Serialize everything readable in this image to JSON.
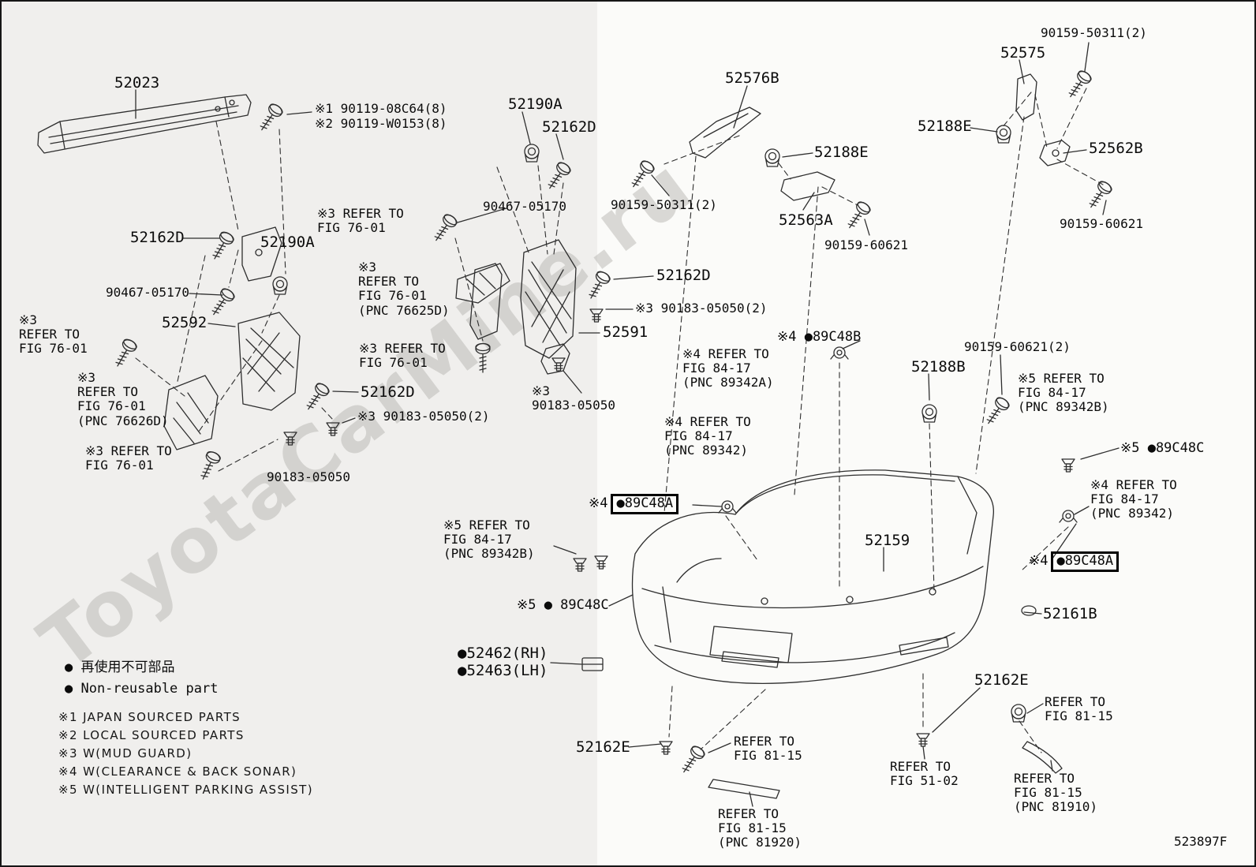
{
  "watermark": "ToyotaCarMine.ru",
  "figure_code": "523897F",
  "callouts": [
    {
      "id": "52023",
      "text": "52023"
    },
    {
      "id": "note1-90119",
      "text": "※1 90119-08C64(8)"
    },
    {
      "id": "note2-90119",
      "text": "※2 90119-W0153(8)"
    },
    {
      "id": "52190A-top",
      "text": "52190A"
    },
    {
      "id": "52162D-top",
      "text": "52162D"
    },
    {
      "id": "52576B",
      "text": "52576B"
    },
    {
      "id": "90159-50311-topright",
      "text": "90159-50311(2)"
    },
    {
      "id": "52575",
      "text": "52575"
    },
    {
      "id": "52188E-right",
      "text": "52188E"
    },
    {
      "id": "52188E-left",
      "text": "52188E"
    },
    {
      "id": "52562B",
      "text": "52562B"
    },
    {
      "id": "90159-50311-left",
      "text": "90159-50311(2)"
    },
    {
      "id": "52563A",
      "text": "52563A"
    },
    {
      "id": "90159-60621-mid",
      "text": "90159-60621"
    },
    {
      "id": "90159-60621-right",
      "text": "90159-60621"
    },
    {
      "id": "90467-05170-top",
      "text": "90467-05170"
    },
    {
      "id": "refer-fig76-a",
      "text": "※3 REFER TO\nFIG 76-01"
    },
    {
      "id": "52162D-left",
      "text": "52162D"
    },
    {
      "id": "52190A-mid",
      "text": "52190A"
    },
    {
      "id": "refer-fig76-b",
      "text": "※3\nREFER TO\nFIG 76-01\n(PNC 76625D)"
    },
    {
      "id": "52162D-right",
      "text": "52162D"
    },
    {
      "id": "90183-05050-right",
      "text": "※3 90183-05050(2)"
    },
    {
      "id": "90467-05170-left",
      "text": "90467-05170"
    },
    {
      "id": "52592",
      "text": "52592"
    },
    {
      "id": "52591",
      "text": "52591"
    },
    {
      "id": "refer-fig76-c",
      "text": "※3\nREFER TO\nFIG 76-01"
    },
    {
      "id": "89C48B",
      "text": "※4 ●89C48B"
    },
    {
      "id": "90159-60621-2",
      "text": "90159-60621(2)"
    },
    {
      "id": "52188B",
      "text": "52188B"
    },
    {
      "id": "refer-fig84-a",
      "text": "※4 REFER TO\nFIG 84-17\n(PNC 89342A)"
    },
    {
      "id": "refer-fig84-b",
      "text": "※5 REFER TO\nFIG 84-17\n(PNC 89342B)"
    },
    {
      "id": "refer-fig76-d",
      "text": "※3 REFER TO\nFIG 76-01"
    },
    {
      "id": "52162D-mid",
      "text": "52162D"
    },
    {
      "id": "refer-fig76-e",
      "text": "※3\nREFER TO\nFIG 76-01\n(PNC 76626D)"
    },
    {
      "id": "90183-05050-mid",
      "text": "※3 90183-05050(2)"
    },
    {
      "id": "90183-05050-center",
      "text": "※3\n90183-05050"
    },
    {
      "id": "refer-fig84-c",
      "text": "※4 REFER TO\nFIG 84-17\n(PNC 89342)"
    },
    {
      "id": "89C48C-right",
      "text": "※5 ●89C48C"
    },
    {
      "id": "refer-fig76-f",
      "text": "※3 REFER TO\nFIG 76-01"
    },
    {
      "id": "90183-05050-left",
      "text": "90183-05050"
    },
    {
      "id": "89C48A-left",
      "prefix": "※4",
      "text": "●89C48A"
    },
    {
      "id": "refer-fig84-d",
      "text": "※4 REFER TO\nFIG 84-17\n(PNC 89342)"
    },
    {
      "id": "refer-fig84-e",
      "text": "※5 REFER TO\nFIG 84-17\n(PNC 89342B)"
    },
    {
      "id": "52159",
      "text": "52159"
    },
    {
      "id": "89C48A-right",
      "prefix": "※4",
      "text": "●89C48A"
    },
    {
      "id": "89C48C-bottom",
      "text": "※5 ● 89C48C"
    },
    {
      "id": "52161B",
      "text": "52161B"
    },
    {
      "id": "52462-52463",
      "text": "●52462(RH)\n●52463(LH)"
    },
    {
      "id": "52162E-right",
      "text": "52162E"
    },
    {
      "id": "52162E-bottom",
      "text": "52162E"
    },
    {
      "id": "refer-fig81-bottomleft",
      "text": "REFER TO\nFIG 81-15"
    },
    {
      "id": "refer-fig81-right",
      "text": "REFER TO\nFIG 81-15"
    },
    {
      "id": "refer-fig51",
      "text": "REFER TO\nFIG 51-02"
    },
    {
      "id": "refer-fig81-pnc81910",
      "text": "REFER TO\nFIG 81-15\n(PNC 81910)"
    },
    {
      "id": "refer-fig81-pnc81920",
      "text": "REFER TO\nFIG 81-15\n(PNC 81920)"
    }
  ],
  "legend": {
    "nonreusable_jp": "● 再使用不可部品",
    "nonreusable_en": "● Non-reusable part",
    "notes": [
      "※1 JAPAN SOURCED PARTS",
      "※2 LOCAL SOURCED PARTS",
      "※3 W(MUD GUARD)",
      "※4 W(CLEARANCE & BACK SONAR)",
      "※5 W(INTELLIGENT PARKING ASSIST)"
    ]
  }
}
